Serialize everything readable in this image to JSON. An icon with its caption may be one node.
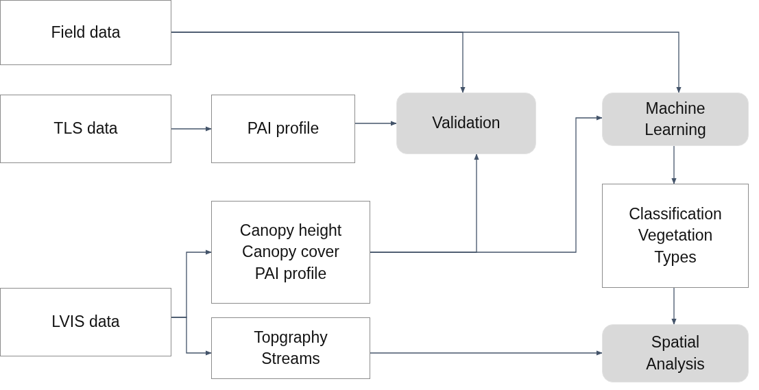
{
  "diagram": {
    "nodes": [
      {
        "text": [
          "Field data"
        ]
      },
      {
        "text": [
          "TLS data"
        ]
      },
      {
        "text": [
          "PAI profile"
        ]
      },
      {
        "text": [
          "Validation"
        ]
      },
      {
        "text": [
          "Machine Learning"
        ]
      },
      {
        "text": [
          "Canopy height",
          "Canopy cover",
          "PAI profile"
        ]
      },
      {
        "text": [
          "Classification Vegetation Types"
        ]
      },
      {
        "text": [
          "LVIS data"
        ]
      },
      {
        "text": [
          "Topgraphy",
          "Streams"
        ]
      },
      {
        "text": [
          "Spatial Analysis"
        ]
      }
    ],
    "edges": [
      {
        "from": 0,
        "to": 3,
        "arrow": "to"
      },
      {
        "from": 0,
        "to": 4,
        "arrow": "to"
      },
      {
        "from": 1,
        "to": 2,
        "arrow": "to"
      },
      {
        "from": 2,
        "to": 3,
        "arrow": "to"
      },
      {
        "from": 5,
        "to": 3,
        "arrow": "to"
      },
      {
        "from": 5,
        "to": 4,
        "arrow": "to"
      },
      {
        "from": 7,
        "to": 5,
        "arrow": "to"
      },
      {
        "from": 7,
        "to": 8,
        "arrow": "to"
      },
      {
        "from": 4,
        "to": 6,
        "arrow": "to"
      },
      {
        "from": 6,
        "to": 9,
        "arrow": "to"
      },
      {
        "from": 8,
        "to": 9,
        "arrow": "to"
      }
    ]
  }
}
